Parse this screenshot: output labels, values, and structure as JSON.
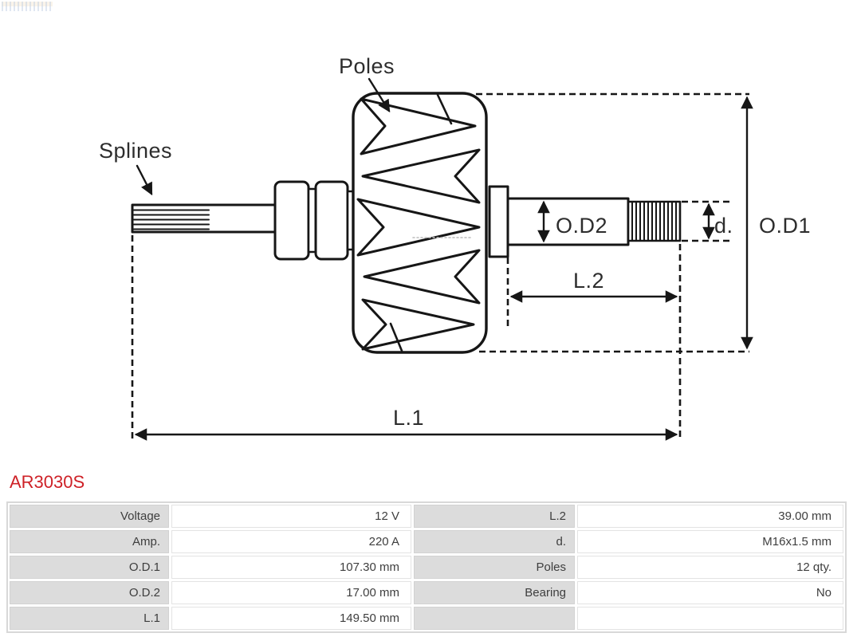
{
  "part": {
    "number": "AR3030S",
    "number_color": "#ce2127"
  },
  "diagram": {
    "type": "alternator-rotor-technical-drawing",
    "stroke_color": "#161616",
    "labels": {
      "poles": "Poles",
      "splines": "Splines",
      "od2": "O.D2",
      "l2": "L.2",
      "d": "d.",
      "od1": "O.D1",
      "l1": "L.1"
    }
  },
  "spec_table": {
    "label_bg": "#dcdcdc",
    "rows": [
      {
        "l1": "Voltage",
        "v1": "12 V",
        "l2": "L.2",
        "v2": "39.00 mm"
      },
      {
        "l1": "Amp.",
        "v1": "220 A",
        "l2": "d.",
        "v2": "M16x1.5 mm"
      },
      {
        "l1": "O.D.1",
        "v1": "107.30 mm",
        "l2": "Poles",
        "v2": "12 qty."
      },
      {
        "l1": "O.D.2",
        "v1": "17.00 mm",
        "l2": "Bearing",
        "v2": "No"
      },
      {
        "l1": "L.1",
        "v1": "149.50 mm",
        "l2": "",
        "v2": ""
      }
    ]
  }
}
